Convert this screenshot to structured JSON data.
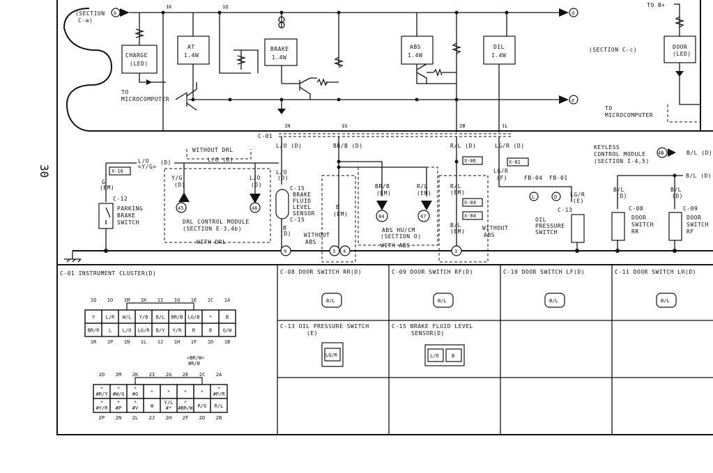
{
  "page": {
    "number": "30"
  },
  "cluster": {
    "section_b": "(SECTION",
    "section_b_sub": "C-a)",
    "circle_b": "b",
    "circle_d": "d",
    "circle_e": "e",
    "wire_1k": "1K",
    "wire_1q": "1Q",
    "charge_label": "CHARGE",
    "charge_sub": "(LED)",
    "at_label": "AT",
    "at_watt": "1.4W",
    "brake_label": "BRAKE",
    "brake_watt": "1.4W",
    "abs_label": "ABS",
    "abs_watt": "1.4W",
    "dil_label": "DIL",
    "dil_watt": "1.4W",
    "section_cc": "(SECTION C-c)",
    "to_b_plus": "TO B+",
    "door_label": "DOOR",
    "door_sub": "(LED)",
    "to_label": "TO",
    "microcomputer_label": "MICROCOMPUTER",
    "connector_c01": "C-01",
    "wire_1n": "1N",
    "wire_1g": "1G",
    "wire_2b": "2B",
    "wire_1l": "1L"
  },
  "lower": {
    "lo_d": "L/O (D)",
    "brb_d": "BR/B (D)",
    "rl_d": "R/L (D)",
    "lgr_d": "LG/R (D)",
    "lo_lg": "L/O",
    "lo_yg": "<Y/G>",
    "lo_d_left": "(D)",
    "lo_d_mid": "L/O (D)",
    "x16": "X-16",
    "x06": "X-06",
    "x04": "X-04",
    "x01": "X-01",
    "g": "G",
    "em": "(EM)",
    "c12": "C-12",
    "parking_1": "PARKING",
    "parking_2": "BRAKE",
    "parking_3": "SWITCH",
    "without_drl": "WITHOUT DRL",
    "yg": "Y/G",
    "lo": "L/O",
    "d": "(D)",
    "pin45": "45",
    "pin46": "46",
    "drl_module": "DRL CONTROL MODULE",
    "drl_section": "(SECTION E-3,4b)",
    "with_drl": "WITH DRL",
    "c15": "C-15",
    "sensor_1": "BRAKE",
    "sensor_2": "FLUID",
    "sensor_3": "LEVEL",
    "sensor_4": "SENSOR",
    "b": "B",
    "without": "WITHOUT",
    "abs": "ABS",
    "brb": "BR/B",
    "rl": "R/L",
    "bl": "B/L",
    "pin84": "84",
    "pin47": "47",
    "abs_hucm": "ABS HU/CM",
    "abs_section": "(SECTION O)",
    "with_abs": "WITH ABS",
    "lgr": "LG/R",
    "f": "(F)",
    "e": "(E)",
    "fb04": "FB-04",
    "fb01": "FB-01",
    "circle_l": "L",
    "circle_d": "D",
    "c13": "C-13",
    "oil_1": "OIL",
    "oil_2": "PRESSURE",
    "oil_3": "SWITCH",
    "keyless_1": "KEYLESS",
    "keyless_2": "CONTROL MODULE",
    "keyless_3": "(SECTION I-4,5)",
    "pin4b": "4B",
    "bl_d": "B/L (D)",
    "c08": "C-08",
    "c09": "C-09",
    "door": "DOOR",
    "switch": "SWITCH",
    "rr": "RR",
    "rf": "RF",
    "g9": "9",
    "g3": "3",
    "g4": "4"
  },
  "table": {
    "c01_title": "C-01 INSTRUMENT CLUSTER(D)",
    "c08_title": "C-08 DOOR SWITCH RR(D)",
    "c09_title": "C-09 DOOR SWITCH RF(D)",
    "c10_title": "C-10 DOOR SWITCH LF(D)",
    "c11_title": "C-11 DOOR SWITCH LR(D)",
    "c13_title": "C-13 OIL PRESSURE SWITCH",
    "c13_sub": "(E)",
    "c15_title": "C-15 BRAKE FLUID LEVEL",
    "c15_sub": "SENSOR(D)",
    "bl": "B/L",
    "lgr": "LG/R",
    "lo": "L/O",
    "b": "B",
    "brw_note": "<BR/W>",
    "rb_note": "#R/B",
    "upper_top_labels": [
      "1Q",
      "1O",
      "1M",
      "1K",
      "1I",
      "1G",
      "1E",
      "1C",
      "1A"
    ],
    "upper_row1": [
      "Y",
      "L/R",
      "W/L",
      "Y/B",
      "B/L",
      "BR/B",
      "LG/B",
      "*",
      "B"
    ],
    "upper_row2": [
      "BR/R",
      "L",
      "L/O",
      "LG/R",
      "B/Y",
      "Y/R",
      "R",
      "B",
      "G/W"
    ],
    "upper_bottom_labels": [
      "1R",
      "1P",
      "1N",
      "1L",
      "1J",
      "1H",
      "1F",
      "1D",
      "1B"
    ],
    "lower_top_labels": [
      "2O",
      "2M",
      "2K",
      "2I",
      "2G",
      "2E",
      "2C",
      "2A"
    ],
    "lower_row1": [
      "*\n#R/Y",
      "*\n#W/G",
      "*\n#G",
      "*",
      "*",
      "*",
      "*",
      "*\n#P/R"
    ],
    "lower_row2": [
      "*\n#Y/R",
      "*\n#P",
      "*\n#V",
      "W",
      "Y/L\n#*",
      "*\n#BR/W",
      "R/G",
      "R/L"
    ],
    "lower_bottom_labels": [
      "2P",
      "2N",
      "2L",
      "2J",
      "2H",
      "2F",
      "2D",
      "2B"
    ]
  }
}
